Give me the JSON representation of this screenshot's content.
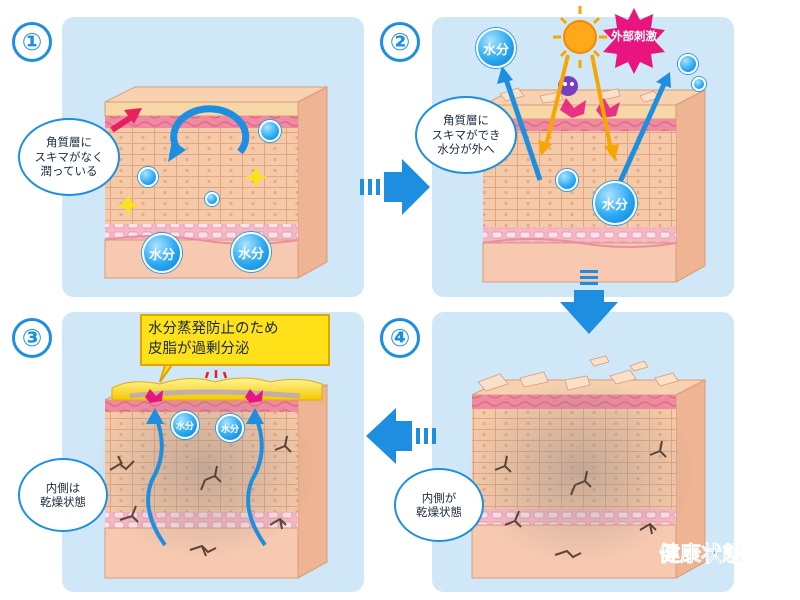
{
  "panels": [
    {
      "number": "①",
      "bubble": "角質層に\nスキマがなく\n潤っている",
      "water": [
        "水分",
        "水分"
      ]
    },
    {
      "number": "②",
      "bubble": "角質層に\nスキマができ\n水分が外へ",
      "water": [
        "水分",
        "水分"
      ],
      "stimulus": "外部刺激"
    },
    {
      "number": "③",
      "callout": "水分蒸発防止のため\n皮脂が過剰分泌",
      "bubble": "内側は\n乾燥状態",
      "water": [
        "水分",
        "水分"
      ]
    },
    {
      "number": "④",
      "bubble": "内側が\n乾燥状態",
      "footer": "健康状態"
    }
  ],
  "colors": {
    "panel": "#cfe7f7",
    "accent": "#1e8fe0",
    "skin": "#f3c7a4",
    "sebum": "#ffe11a",
    "stimulus": "#e8157e"
  },
  "icons": [
    "sun-icon",
    "bacteria-icon",
    "sparkle-icon",
    "arrow-right-icon",
    "arrow-down-icon",
    "arrow-left-icon",
    "crack-icon"
  ]
}
